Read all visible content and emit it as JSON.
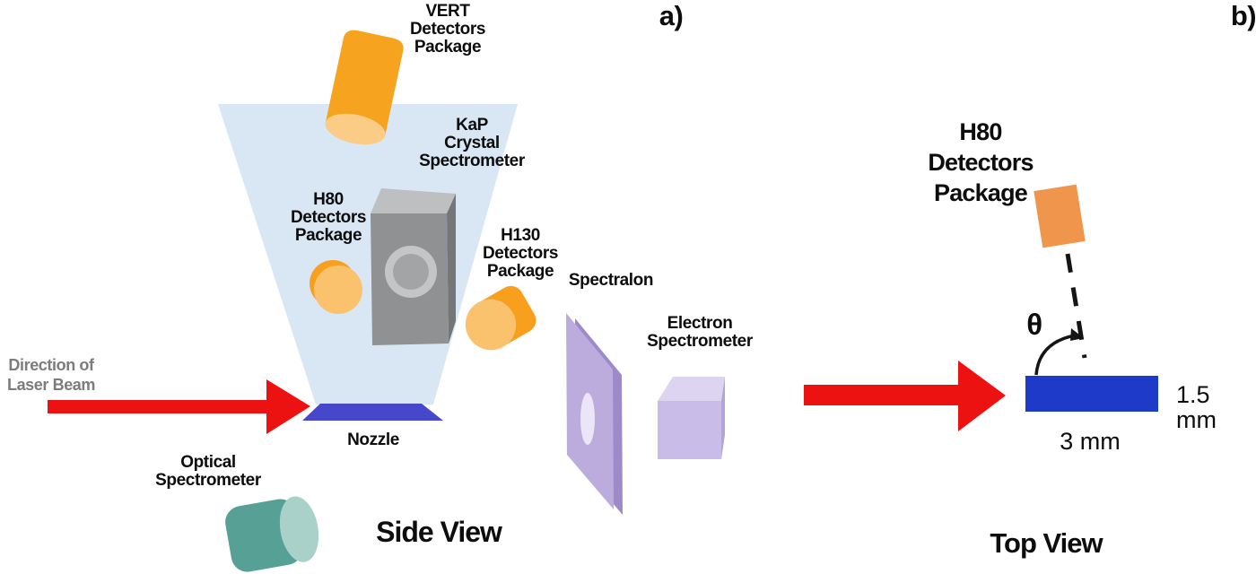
{
  "figure": {
    "panel_a": {
      "tag": "a)",
      "title": "Side View",
      "labels": {
        "vert_detectors": "VERT\nDetectors\nPackage",
        "kap_spectrometer": "KaP\nCrystal\nSpectrometer",
        "h80_detectors": "H80\nDetectors\nPackage",
        "h130_detectors": "H130\nDetectors\nPackage",
        "spectralon": "Spectralon",
        "electron_spectrometer": "Electron\nSpectrometer",
        "laser_direction": "Direction of\nLaser Beam",
        "nozzle": "Nozzle",
        "optical_spectrometer": "Optical\nSpectrometer"
      }
    },
    "panel_b": {
      "tag": "b)",
      "title": "Top View",
      "labels": {
        "h80_detectors": "H80\nDetectors\nPackage",
        "angle_theta": "θ",
        "nozzle_thickness": "1.5 mm",
        "nozzle_width": "3 mm"
      }
    },
    "colors": {
      "detector_orange": "#F6A41F",
      "detector_orange_light": "#FBC26D",
      "xray_cone_blue": "#D8E7F3",
      "spectrometer_gray": "#8F9193",
      "nozzle_blue": "#4747CB",
      "target_blue": "#1D3AC8",
      "laser_red": "#ED1212",
      "spectralon_purple": "#BCACDE",
      "optical_teal": "#57A096",
      "top_detector_orange": "#F0964C"
    }
  }
}
